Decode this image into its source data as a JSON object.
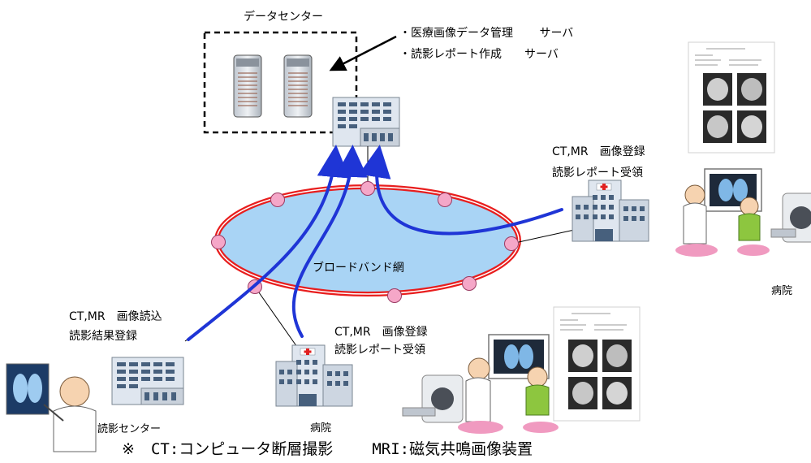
{
  "labels": {
    "data_center": "データセンター",
    "server_line1": "・医療画像データ管理　　 サーバ",
    "server_line2": "・読影レポート作成　　サーバ",
    "network": "ブロードバンド網",
    "hospital_right_line1": "CT,MR　画像登録",
    "hospital_right_line2": "読影レポート受領",
    "hospital_right_caption": "病院",
    "reading_center_line1": "CT,MR　画像読込",
    "reading_center_line2": "読影結果登録",
    "reading_center_caption": "読影センター",
    "hospital_bottom_line1": "CT,MR　画像登録",
    "hospital_bottom_line2": "読影レポート受領",
    "hospital_bottom_caption": "病院",
    "footnote_mark": "※",
    "footnote_ct": "CT:コンピュータ断層撮影",
    "footnote_mri": "MRI:磁気共鳴画像装置"
  },
  "colors": {
    "network_fill": "#a9d4f5",
    "network_ring": "#e81e1e",
    "node_fill": "#f5a7c8",
    "flow_arrow": "#1f35d6",
    "building_wall": "#dfe6ef",
    "building_window": "#47607d"
  },
  "icons": [
    "server-rack-icon",
    "office-building-icon",
    "hospital-building-icon",
    "doctor-patient-icon",
    "ct-scanner-icon",
    "xray-viewer-icon",
    "report-document-icon"
  ]
}
